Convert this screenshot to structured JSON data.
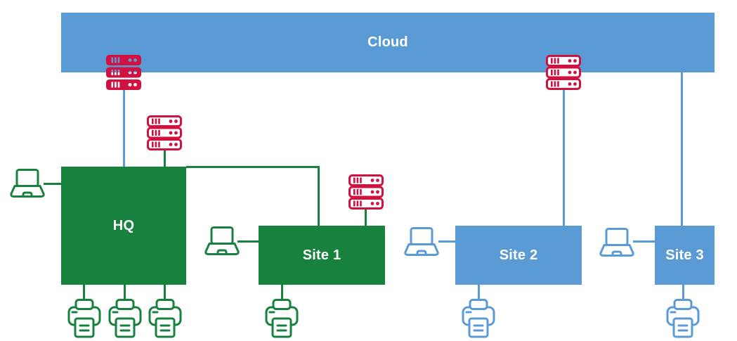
{
  "diagram": {
    "nodes": {
      "cloud": {
        "label": "Cloud",
        "color": "#5B9BD5"
      },
      "hq": {
        "label": "HQ",
        "color": "#17813E"
      },
      "site1": {
        "label": "Site 1",
        "color": "#17813E"
      },
      "site2": {
        "label": "Site 2",
        "color": "#5B9BD5"
      },
      "site3": {
        "label": "Site 3",
        "color": "#5B9BD5"
      }
    },
    "colors": {
      "blue": "#5B9BD5",
      "green": "#17813E",
      "red": "#D01240",
      "label_text": "#FFFFFF"
    },
    "icons": {
      "servers": [
        "server-rack-solid-cloud-hq",
        "server-rack-outline-hq",
        "server-rack-outline-site1",
        "server-rack-outline-site2"
      ],
      "laptops": [
        "laptop-hq",
        "laptop-site1",
        "laptop-site2",
        "laptop-site3"
      ],
      "printers": [
        "printer-hq-1",
        "printer-hq-2",
        "printer-hq-3",
        "printer-site1",
        "printer-site2",
        "printer-site3"
      ]
    },
    "edges": [
      {
        "from": "cloud",
        "to": "hq",
        "through": "server-rack",
        "color": "blue"
      },
      {
        "from": "server-rack",
        "to": "hq",
        "color": "green"
      },
      {
        "from": "hq",
        "to": "site1",
        "color": "green"
      },
      {
        "from": "server-rack",
        "to": "site1",
        "color": "green"
      },
      {
        "from": "cloud",
        "to": "site2",
        "through": "server-rack",
        "color": "blue"
      },
      {
        "from": "cloud",
        "to": "site3",
        "color": "blue"
      },
      {
        "from": "laptop",
        "to": "hq",
        "color": "green"
      },
      {
        "from": "laptop",
        "to": "site1",
        "color": "green"
      },
      {
        "from": "laptop",
        "to": "site2",
        "color": "blue"
      },
      {
        "from": "laptop",
        "to": "site3",
        "color": "blue"
      },
      {
        "from": "hq",
        "to": "printers-x3",
        "color": "green"
      },
      {
        "from": "site1",
        "to": "printer",
        "color": "green"
      },
      {
        "from": "site2",
        "to": "printer",
        "color": "blue"
      },
      {
        "from": "site3",
        "to": "printer",
        "color": "blue"
      }
    ]
  }
}
